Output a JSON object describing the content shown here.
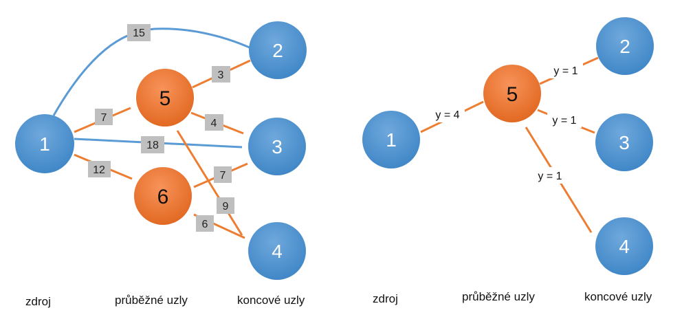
{
  "colors": {
    "blue_node": "#5b9bd5",
    "blue_node_dark": "#2e75b6",
    "orange_node": "#f47c3c",
    "orange_node_dark": "#d65a12",
    "orange_edge": "#ed7d31",
    "blue_edge": "#5b9bd5",
    "weight_box": "#bfbfbf"
  },
  "left": {
    "nodes": {
      "n1": "1",
      "n2": "2",
      "n3": "3",
      "n4": "4",
      "n5": "5",
      "n6": "6"
    },
    "weights": {
      "w15": "15",
      "w7a": "7",
      "w3": "3",
      "w4": "4",
      "w18": "18",
      "w12": "12",
      "w7b": "7",
      "w9": "9",
      "w6": "6"
    },
    "captions": {
      "source": "zdroj",
      "intermediate": "průběžné uzly",
      "terminal": "koncové uzly"
    }
  },
  "right": {
    "nodes": {
      "n1": "1",
      "n2": "2",
      "n3": "3",
      "n4": "4",
      "n5": "5"
    },
    "flows": {
      "f15": "y = 4",
      "f52": "y = 1",
      "f53": "y = 1",
      "f54": "y = 1"
    },
    "captions": {
      "source": "zdroj",
      "intermediate": "průběžné uzly",
      "terminal": "koncové uzly"
    }
  }
}
